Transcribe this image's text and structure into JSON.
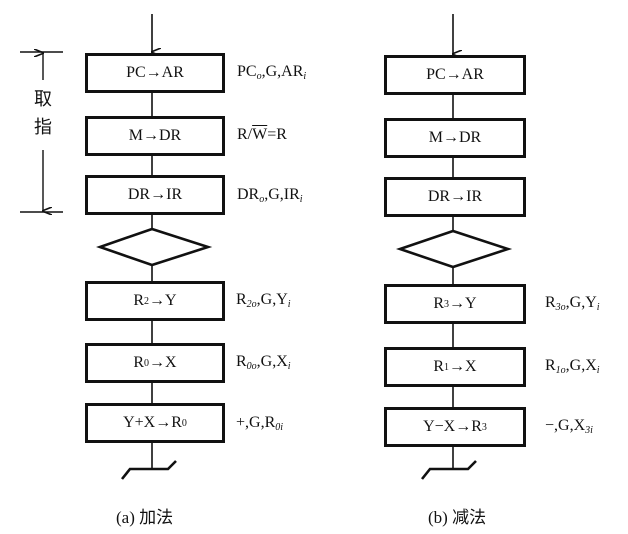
{
  "fetch_label": [
    "取",
    "指"
  ],
  "flowcharts": [
    {
      "id": "add",
      "caption": "(a) 加法",
      "steps": [
        {
          "op": [
            "PC",
            "→AR"
          ],
          "signals": {
            "parts": [
              "PC",
              "o",
              ",G,AR",
              "i"
            ]
          }
        },
        {
          "op": [
            "M",
            "→DR"
          ],
          "signals": {
            "text": "R/W=R"
          }
        },
        {
          "op": [
            "DR",
            "→IR"
          ],
          "signals": {
            "parts": [
              "DR",
              "o",
              ",G,IR",
              "i"
            ]
          }
        },
        {
          "op": [
            "R",
            "2",
            "→Y"
          ],
          "signals": {
            "parts": [
              "R",
              "2o",
              ",G,Y",
              "i"
            ]
          }
        },
        {
          "op": [
            "R",
            "0",
            "→X"
          ],
          "signals": {
            "parts": [
              "R",
              "0o",
              ",G,X",
              "i"
            ]
          }
        },
        {
          "op": [
            "Y+X→R",
            "0"
          ],
          "signals": {
            "parts": [
              "+,G,R",
              "0i"
            ]
          }
        }
      ]
    },
    {
      "id": "sub",
      "caption": "(b) 减法",
      "steps": [
        {
          "op": [
            "PC",
            "→AR"
          ]
        },
        {
          "op": [
            "M",
            "→DR"
          ]
        },
        {
          "op": [
            "DR",
            "→IR"
          ]
        },
        {
          "op": [
            "R",
            "3",
            "→Y"
          ],
          "signals": {
            "parts": [
              "R",
              "3o",
              ",G,Y",
              "i"
            ]
          }
        },
        {
          "op": [
            "R",
            "1",
            "→X"
          ],
          "signals": {
            "parts": [
              "R",
              "1o",
              ",G,X",
              "i"
            ]
          }
        },
        {
          "op": [
            "Y−X→R",
            "3"
          ],
          "signals": {
            "parts": [
              "−,G,X",
              "3i"
            ]
          }
        }
      ]
    }
  ],
  "rw_signal": {
    "r": "R/",
    "w_bar": "W",
    "rest": "=R"
  }
}
